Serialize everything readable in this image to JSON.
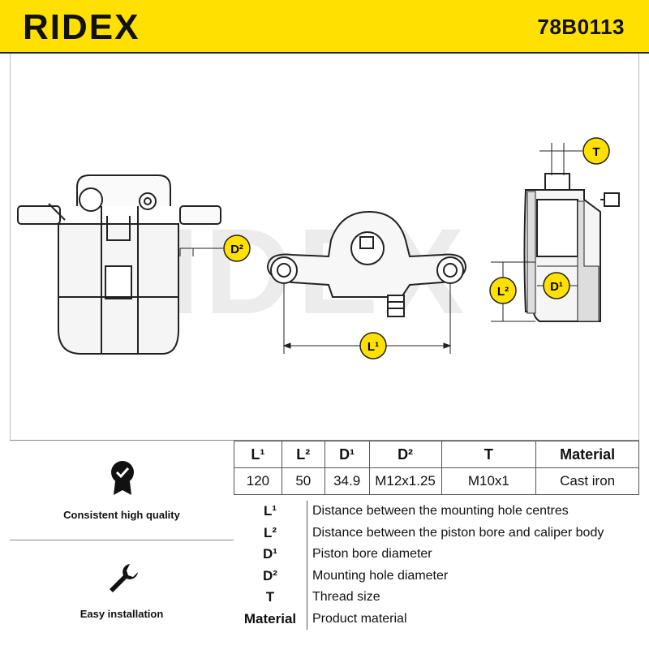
{
  "header": {
    "brand": "RIDEX",
    "part_number": "78B0113"
  },
  "drawing": {
    "watermark": "RIDEX",
    "labels": {
      "l1": "L¹",
      "l2": "L²",
      "d1": "D¹",
      "d2": "D²",
      "t": "T"
    }
  },
  "features": [
    {
      "label": "Consistent high quality",
      "icon": "quality-badge-icon"
    },
    {
      "label": "Easy installation",
      "icon": "wrench-icon"
    }
  ],
  "spec_table": {
    "headers": [
      "L¹",
      "L²",
      "D¹",
      "D²",
      "T",
      "Material"
    ],
    "values": [
      "120",
      "50",
      "34.9",
      "M12x1.25",
      "M10x1",
      "Cast iron"
    ]
  },
  "legend": [
    {
      "key": "L¹",
      "desc": "Distance between the mounting hole centres"
    },
    {
      "key": "L²",
      "desc": "Distance between the piston bore and caliper body"
    },
    {
      "key": "D¹",
      "desc": "Piston bore diameter"
    },
    {
      "key": "D²",
      "desc": "Mounting hole diameter"
    },
    {
      "key": "T",
      "desc": "Thread size"
    },
    {
      "key": "Material",
      "desc": "Product material"
    }
  ],
  "colors": {
    "accent": "#ffe000",
    "line": "#222222",
    "watermark": "#eeeeee"
  }
}
